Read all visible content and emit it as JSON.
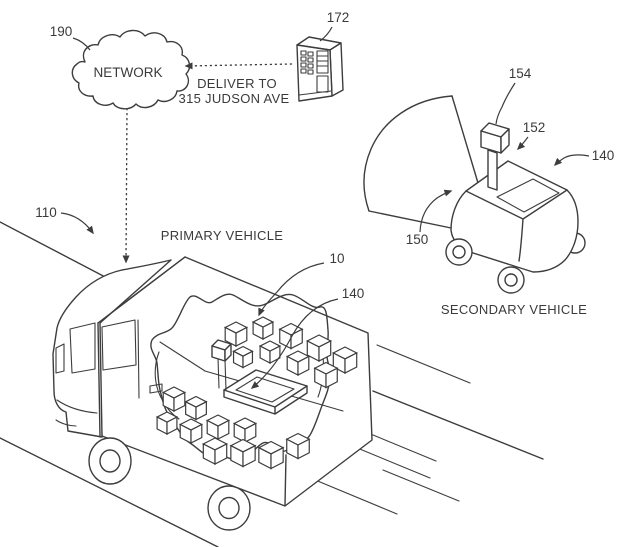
{
  "figure": {
    "background": "#ffffff",
    "line_color": "#3d3d3d",
    "text_color": "#3a3a3a",
    "labels": {
      "ref_190": "190",
      "network": "NETWORK",
      "ref_172": "172",
      "deliver_to": "DELIVER TO",
      "address": "315 JUDSON AVE",
      "ref_110": "110",
      "primary_vehicle": "PRIMARY VEHICLE",
      "ref_10": "10",
      "ref_140_truck": "140",
      "ref_150": "150",
      "ref_152": "152",
      "ref_154": "154",
      "ref_140_robot": "140",
      "secondary_vehicle": "SECONDARY VEHICLE"
    }
  }
}
